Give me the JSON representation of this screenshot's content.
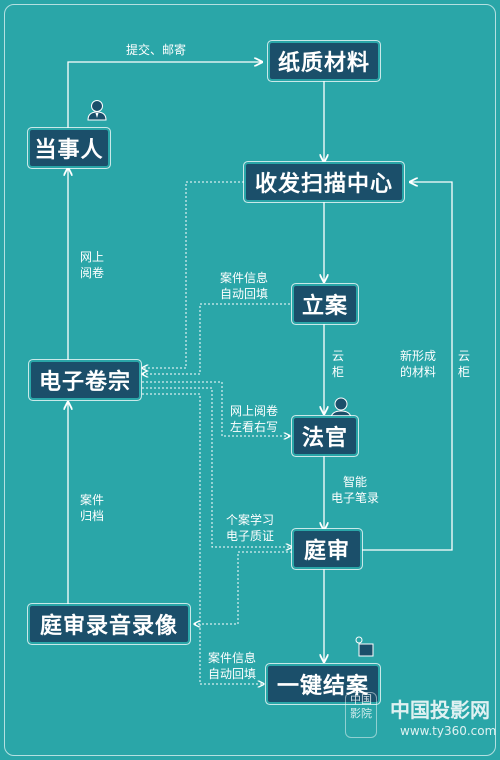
{
  "nodes": {
    "paper_materials": "纸质材料",
    "party": "当事人",
    "scan_center": "收发扫描中心",
    "filing": "立案",
    "e_dossier": "电子卷宗",
    "judge": "法官",
    "court_trial": "庭审",
    "av_recording": "庭审录音录像",
    "one_click_close": "一键结案"
  },
  "labels": {
    "submit_mail": "提交、邮寄",
    "online_read": "网上\n阅卷",
    "case_info_autofill_1": "案件信息\n自动回填",
    "cloud_cabinet_1": "云\n柜",
    "new_materials": "新形成\n的材料",
    "cloud_cabinet_2": "云\n柜",
    "online_read_left_view": "网上阅卷\n左看右写",
    "smart_pen": "智能\n电子笔录",
    "case_archive": "案件\n归档",
    "case_study": "个案学习\n电子质证",
    "case_info_autofill_2": "案件信息\n自动回填"
  },
  "watermark": {
    "site": "中国投影网",
    "url": "www.ty360.com",
    "badge": "中国影院"
  }
}
